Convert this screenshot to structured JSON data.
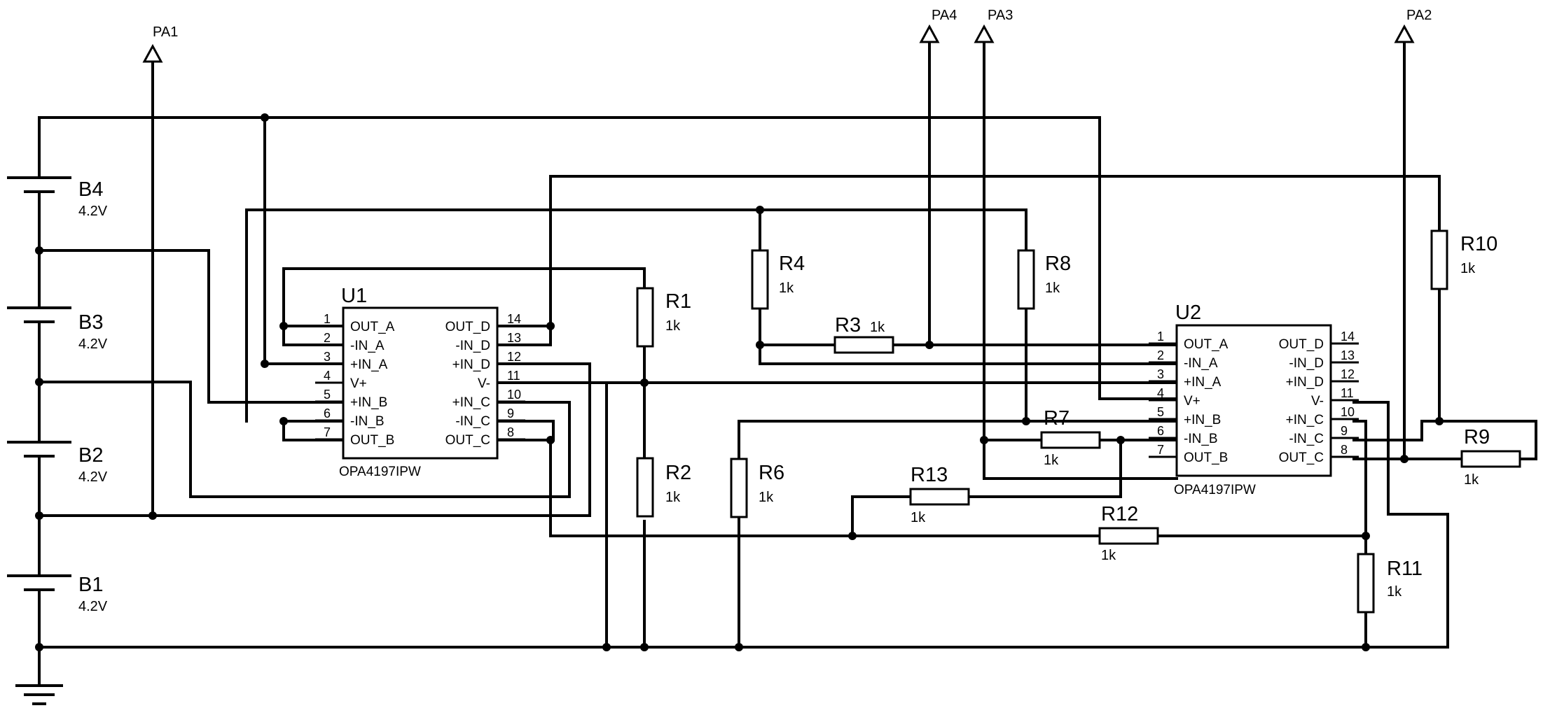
{
  "batteries": [
    {
      "ref": "B4",
      "value": "4.2V"
    },
    {
      "ref": "B3",
      "value": "4.2V"
    },
    {
      "ref": "B2",
      "value": "4.2V"
    },
    {
      "ref": "B1",
      "value": "4.2V"
    }
  ],
  "ports": {
    "pa1": "PA1",
    "pa2": "PA2",
    "pa3": "PA3",
    "pa4": "PA4"
  },
  "u1": {
    "ref": "U1",
    "part": "OPA4197IPW",
    "left_pins": [
      {
        "num": "1",
        "name": "OUT_A"
      },
      {
        "num": "2",
        "name": "-IN_A"
      },
      {
        "num": "3",
        "name": "+IN_A"
      },
      {
        "num": "4",
        "name": "V+"
      },
      {
        "num": "5",
        "name": "+IN_B"
      },
      {
        "num": "6",
        "name": "-IN_B"
      },
      {
        "num": "7",
        "name": "OUT_B"
      }
    ],
    "right_pins": [
      {
        "num": "14",
        "name": "OUT_D"
      },
      {
        "num": "13",
        "name": "-IN_D"
      },
      {
        "num": "12",
        "name": "+IN_D"
      },
      {
        "num": "11",
        "name": "V-"
      },
      {
        "num": "10",
        "name": "+IN_C"
      },
      {
        "num": "9",
        "name": "-IN_C"
      },
      {
        "num": "8",
        "name": "OUT_C"
      }
    ]
  },
  "u2": {
    "ref": "U2",
    "part": "OPA4197IPW",
    "left_pins": [
      {
        "num": "1",
        "name": "OUT_A"
      },
      {
        "num": "2",
        "name": "-IN_A"
      },
      {
        "num": "3",
        "name": "+IN_A"
      },
      {
        "num": "4",
        "name": "V+"
      },
      {
        "num": "5",
        "name": "+IN_B"
      },
      {
        "num": "6",
        "name": "-IN_B"
      },
      {
        "num": "7",
        "name": "OUT_B"
      }
    ],
    "right_pins": [
      {
        "num": "14",
        "name": "OUT_D"
      },
      {
        "num": "13",
        "name": "-IN_D"
      },
      {
        "num": "12",
        "name": "+IN_D"
      },
      {
        "num": "11",
        "name": "V-"
      },
      {
        "num": "10",
        "name": "+IN_C"
      },
      {
        "num": "9",
        "name": "-IN_C"
      },
      {
        "num": "8",
        "name": "OUT_C"
      }
    ]
  },
  "resistors": {
    "r1": {
      "ref": "R1",
      "value": "1k"
    },
    "r2": {
      "ref": "R2",
      "value": "1k"
    },
    "r3": {
      "ref": "R3",
      "value": "1k"
    },
    "r4": {
      "ref": "R4",
      "value": "1k"
    },
    "r6": {
      "ref": "R6",
      "value": "1k"
    },
    "r7": {
      "ref": "R7",
      "value": "1k"
    },
    "r8": {
      "ref": "R8",
      "value": "1k"
    },
    "r9": {
      "ref": "R9",
      "value": "1k"
    },
    "r10": {
      "ref": "R10",
      "value": "1k"
    },
    "r11": {
      "ref": "R11",
      "value": "1k"
    },
    "r12": {
      "ref": "R12",
      "value": "1k"
    },
    "r13": {
      "ref": "R13",
      "value": "1k"
    }
  }
}
